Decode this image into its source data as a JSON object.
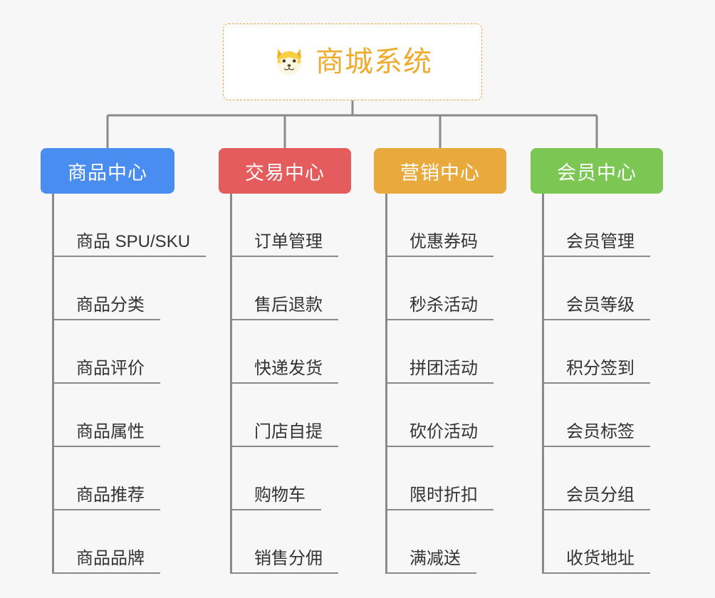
{
  "diagram": {
    "type": "mindmap-org-chart",
    "background_color": "#f7f7f7",
    "line_color": "#8a8a8a",
    "root": {
      "title": "商城系统",
      "icon": "shiba-dog-face-emoji",
      "text_color": "#eeab2e",
      "border_color": "#e8a33d",
      "background_color": "#ffffff"
    },
    "branches": [
      {
        "label": "商品中心",
        "color": "#4a8df0",
        "items": [
          "商品 SPU/SKU",
          "商品分类",
          "商品评价",
          "商品属性",
          "商品推荐",
          "商品品牌"
        ]
      },
      {
        "label": "交易中心",
        "color": "#e45c5c",
        "items": [
          "订单管理",
          "售后退款",
          "快递发货",
          "门店自提",
          "购物车",
          "销售分佣"
        ]
      },
      {
        "label": "营销中心",
        "color": "#e8a93d",
        "items": [
          "优惠券码",
          "秒杀活动",
          "拼团活动",
          "砍价活动",
          "限时折扣",
          "满减送"
        ]
      },
      {
        "label": "会员中心",
        "color": "#7cc councils"
      }
    ]
  }
}
